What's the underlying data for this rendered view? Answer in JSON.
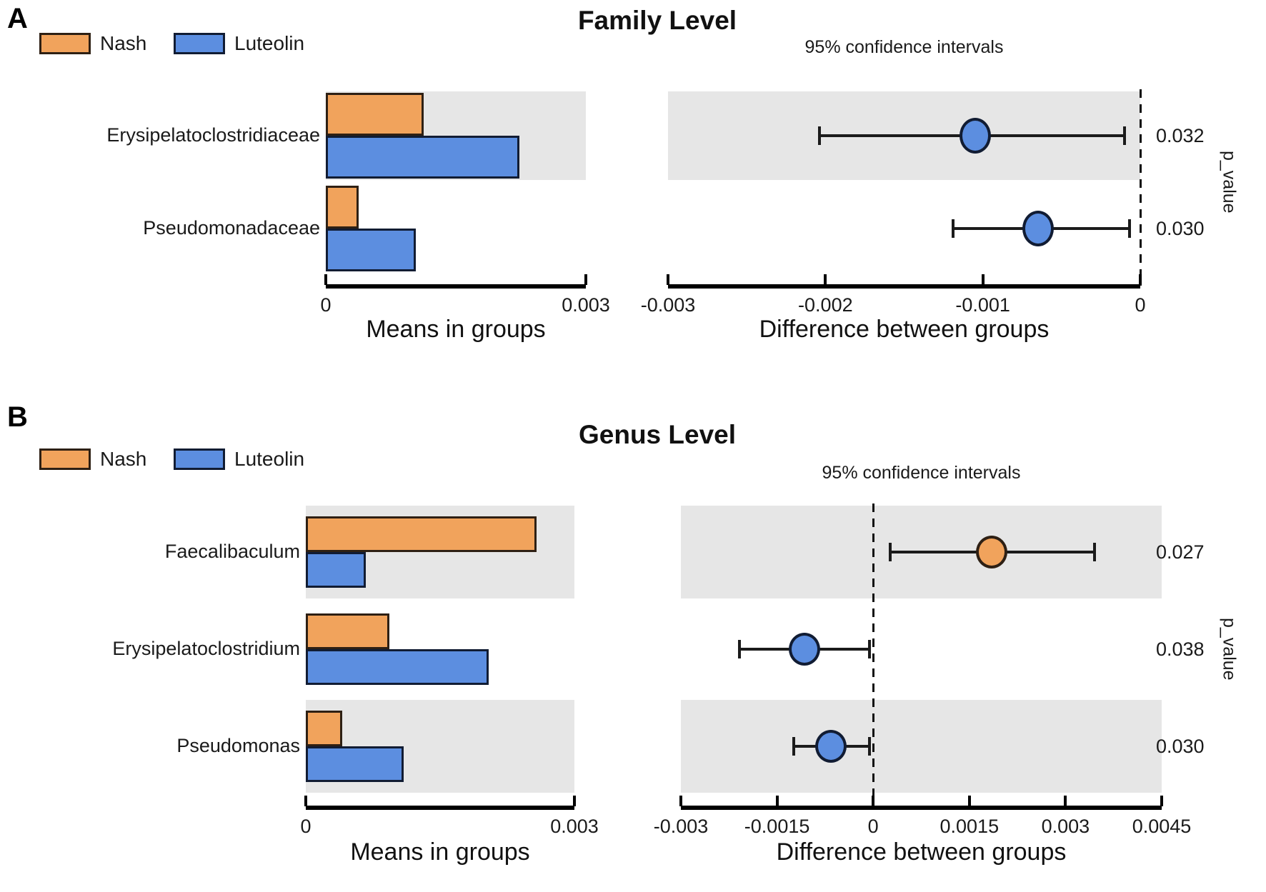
{
  "colors": {
    "nash_fill": "#F1A35C",
    "nash_border": "#2E2014",
    "luteolin_fill": "#5C8EE0",
    "luteolin_border": "#111C33",
    "row_band": "#E6E6E6",
    "axis": "#000000",
    "text": "#1A1A1A"
  },
  "chart_data": [
    {
      "panel_letter": "A",
      "title": "Family Level",
      "ci_subtitle": "95% confidence intervals",
      "legend": [
        {
          "label": "Nash",
          "group": "nash"
        },
        {
          "label": "Luteolin",
          "group": "luteolin"
        }
      ],
      "categories": [
        "Erysipelatoclostridiaceae",
        "Pseudomonadaceae"
      ],
      "shaded_rows": [
        0
      ],
      "means_chart": {
        "type": "bar",
        "xlabel": "Means in groups",
        "xlim": [
          0,
          0.003
        ],
        "xticks": [
          0,
          0.003
        ],
        "xtick_labels": [
          "0",
          "0.003"
        ],
        "series": [
          {
            "name": "Nash",
            "group": "nash",
            "values": [
              0.00113,
              0.00038
            ]
          },
          {
            "name": "Luteolin",
            "group": "luteolin",
            "values": [
              0.00223,
              0.00104
            ]
          }
        ]
      },
      "diff_chart": {
        "type": "scatter_ci",
        "xlabel": "Difference between groups",
        "ylabel_right": "p_value",
        "xlim": [
          -0.003,
          0
        ],
        "xticks": [
          -0.003,
          -0.002,
          -0.001,
          0
        ],
        "xtick_labels": [
          "-0.003",
          "-0.002",
          "-0.001",
          "0"
        ],
        "zero_line": 0,
        "points": [
          {
            "mean": -0.00105,
            "ci": [
              -0.00204,
              -0.0001
            ],
            "group": "luteolin",
            "p_value": "0.032"
          },
          {
            "mean": -0.00065,
            "ci": [
              -0.00119,
              -7e-05
            ],
            "group": "luteolin",
            "p_value": "0.030"
          }
        ]
      }
    },
    {
      "panel_letter": "B",
      "title": "Genus Level",
      "ci_subtitle": "95% confidence intervals",
      "legend": [
        {
          "label": "Nash",
          "group": "nash"
        },
        {
          "label": "Luteolin",
          "group": "luteolin"
        }
      ],
      "categories": [
        "Faecalibaculum",
        "Erysipelatoclostridium",
        "Pseudomonas"
      ],
      "shaded_rows": [
        0,
        2
      ],
      "means_chart": {
        "type": "bar",
        "xlabel": "Means in groups",
        "xlim": [
          0,
          0.003
        ],
        "xticks": [
          0,
          0.003
        ],
        "xtick_labels": [
          "0",
          "0.003"
        ],
        "series": [
          {
            "name": "Nash",
            "group": "nash",
            "values": [
              0.00258,
              0.00093,
              0.00041
            ]
          },
          {
            "name": "Luteolin",
            "group": "luteolin",
            "values": [
              0.00067,
              0.00204,
              0.00109
            ]
          }
        ]
      },
      "diff_chart": {
        "type": "scatter_ci",
        "xlabel": "Difference between groups",
        "ylabel_right": "p_value",
        "xlim": [
          -0.003,
          0.0045
        ],
        "xticks": [
          -0.003,
          -0.0015,
          0,
          0.0015,
          0.003,
          0.0045
        ],
        "xtick_labels": [
          "-0.003",
          "-0.0015",
          "0",
          "0.0015",
          "0.003",
          "0.0045"
        ],
        "zero_line": 0,
        "points": [
          {
            "mean": 0.00185,
            "ci": [
              0.00027,
              0.00345
            ],
            "group": "nash",
            "p_value": "0.027"
          },
          {
            "mean": -0.00107,
            "ci": [
              -0.00209,
              -6e-05
            ],
            "group": "luteolin",
            "p_value": "0.038"
          },
          {
            "mean": -0.00066,
            "ci": [
              -0.00124,
              -6e-05
            ],
            "group": "luteolin",
            "p_value": "0.030"
          }
        ]
      }
    }
  ]
}
